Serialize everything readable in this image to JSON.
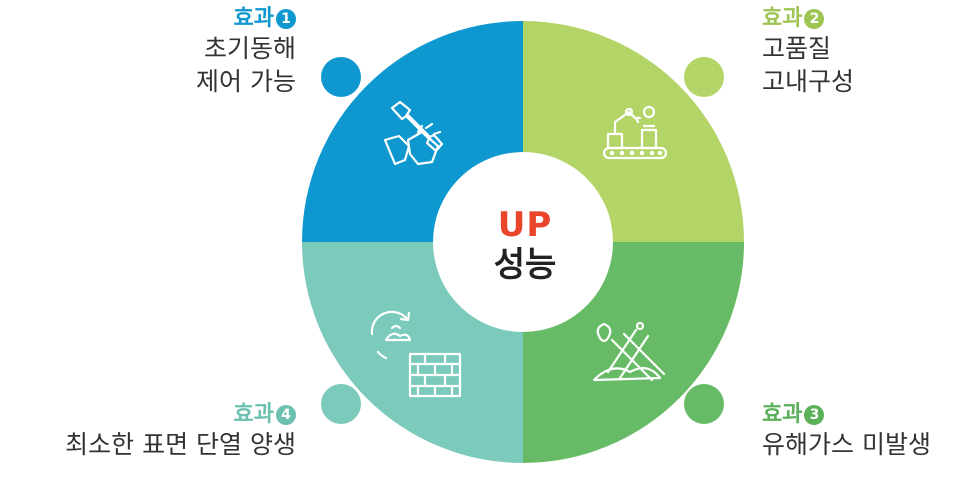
{
  "colors": {
    "q1": "#0e98cf",
    "q2": "#b3d466",
    "q3": "#68bb66",
    "q4": "#7ccabb",
    "brand": "#e8452b"
  },
  "center": {
    "brand": "UP",
    "label": "성능"
  },
  "effects": [
    {
      "title": "효과",
      "number": "1",
      "lines": [
        "초기동해",
        "제어 가능"
      ],
      "icon": "wrench-hand-icon"
    },
    {
      "title": "효과",
      "number": "2",
      "lines": [
        "고품질",
        "고내구성"
      ],
      "icon": "robot-arm-conveyor-icon"
    },
    {
      "title": "효과",
      "number": "3",
      "lines": [
        "유해가스 미발생"
      ],
      "icon": "no-gas-shovel-icon"
    },
    {
      "title": "효과",
      "number": "4",
      "lines": [
        "최소한 표면 단열 양생"
      ],
      "icon": "brick-wall-recycle-icon"
    }
  ]
}
